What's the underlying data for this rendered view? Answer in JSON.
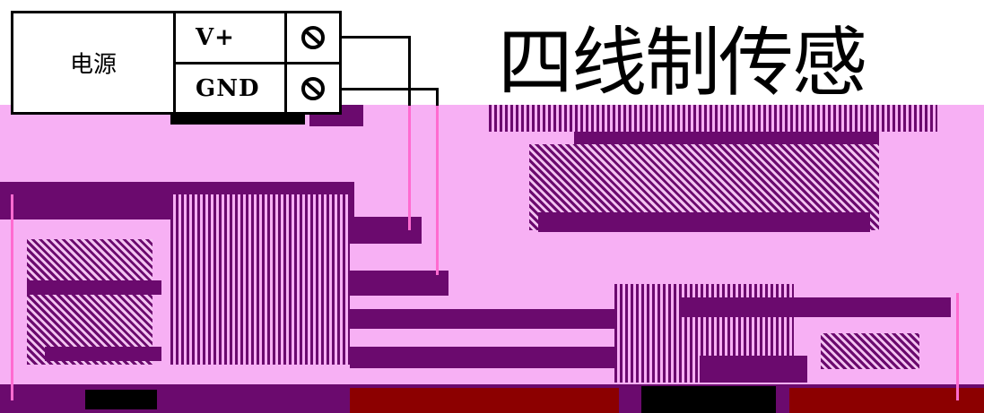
{
  "power_supply": {
    "label": "电源",
    "terminals": [
      {
        "label": "V+"
      },
      {
        "label": "GND"
      }
    ]
  },
  "title": "四线制传感",
  "icons": {
    "terminal_screw": "slotted-screw-icon"
  },
  "colors": {
    "line": "#000000",
    "corruption_background": "#f7b0f4",
    "corruption_dark": "#6b0a6e",
    "corruption_red": "#8c0000"
  }
}
